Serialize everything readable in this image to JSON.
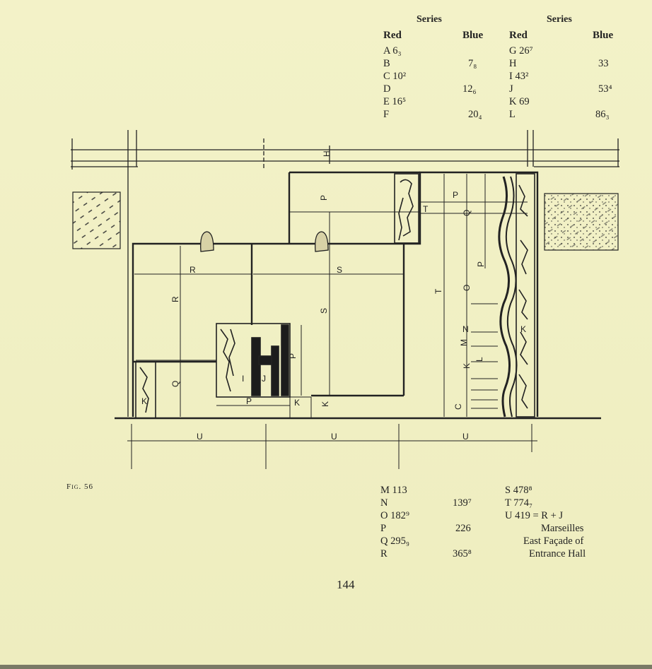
{
  "top_table": {
    "left": {
      "series_label": "Series",
      "red_label": "Red",
      "blue_label": "Blue",
      "red": [
        "A 6₃",
        "B",
        "C 10²",
        "D",
        "E 16⁵",
        "F"
      ],
      "blue": [
        "",
        "7₈",
        "",
        "12₆",
        "",
        "20₄"
      ]
    },
    "right": {
      "series_label": "Series",
      "red_label": "Red",
      "blue_label": "Blue",
      "red": [
        "G 26⁷",
        "H",
        "I 43²",
        "J",
        "K 69",
        "L"
      ],
      "blue": [
        "",
        "33",
        "",
        "53⁴",
        "",
        "86₃"
      ]
    }
  },
  "figure_label": "Fig. 56",
  "drawing_labels": {
    "H": "H",
    "P": "P",
    "Q": "Q",
    "R": "R",
    "S": "S",
    "T": "T",
    "U": "U",
    "K": "K",
    "I": "I",
    "J": "J",
    "O": "O",
    "M": "M",
    "N": "N",
    "L": "L",
    "C": "C"
  },
  "bottom_table": {
    "col1": [
      "M 113",
      "N",
      "O 182⁹",
      "P",
      "Q 295₉",
      "R"
    ],
    "col2": [
      "",
      "139⁷",
      "",
      "226",
      "",
      "365⁸"
    ],
    "col3": [
      "S 478⁸",
      "T 774₇",
      "U 419 = R + J"
    ],
    "caption": [
      "Marseilles",
      "East Façade of",
      "Entrance Hall"
    ]
  },
  "page_number": "144"
}
